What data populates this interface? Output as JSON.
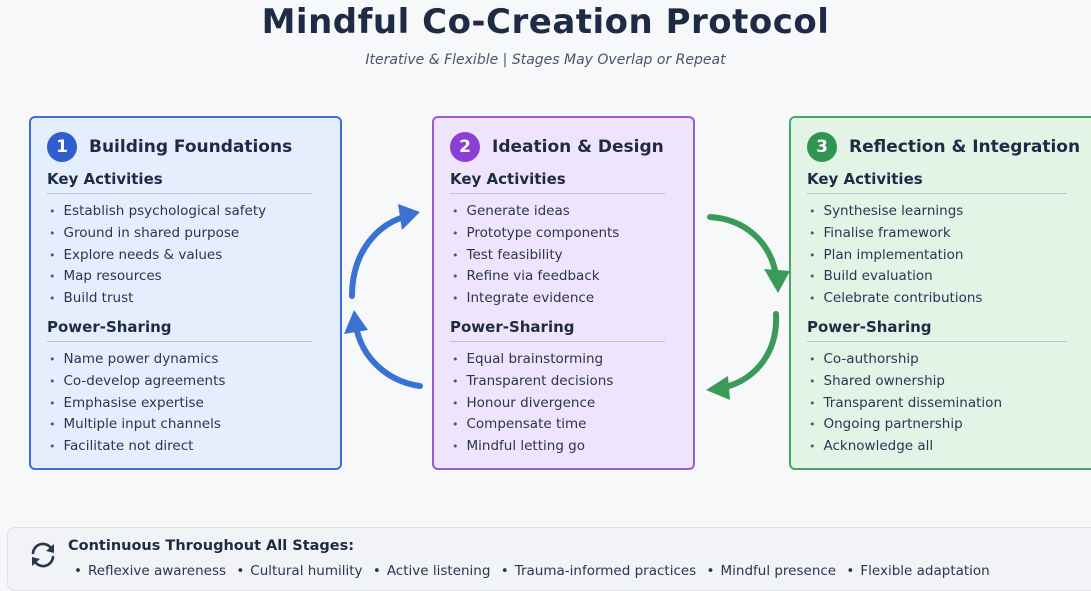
{
  "header": {
    "title": "Mindful Co-Creation Protocol",
    "subtitle": "Iterative & Flexible | Stages May Overlap or Repeat"
  },
  "stages": [
    {
      "number": "1",
      "title": "Building Foundations",
      "activities_heading": "Key Activities",
      "activities": [
        "Establish psychological safety",
        "Ground in shared purpose",
        "Explore needs & values",
        "Map resources",
        "Build trust"
      ],
      "power_heading": "Power-Sharing",
      "power": [
        "Name power dynamics",
        "Co-develop agreements",
        "Emphasise expertise",
        "Multiple input channels",
        "Facilitate not direct"
      ]
    },
    {
      "number": "2",
      "title": "Ideation & Design",
      "activities_heading": "Key Activities",
      "activities": [
        "Generate ideas",
        "Prototype components",
        "Test feasibility",
        "Refine via feedback",
        "Integrate evidence"
      ],
      "power_heading": "Power-Sharing",
      "power": [
        "Equal brainstorming",
        "Transparent decisions",
        "Honour divergence",
        "Compensate time",
        "Mindful letting go"
      ]
    },
    {
      "number": "3",
      "title": "Reflection & Integration",
      "activities_heading": "Key Activities",
      "activities": [
        "Synthesise learnings",
        "Finalise framework",
        "Plan implementation",
        "Build evaluation",
        "Celebrate contributions"
      ],
      "power_heading": "Power-Sharing",
      "power": [
        "Co-authorship",
        "Shared ownership",
        "Transparent dissemination",
        "Ongoing partnership",
        "Acknowledge all"
      ]
    }
  ],
  "footer": {
    "icon": "sync-icon",
    "title": "Continuous Throughout All Stages:",
    "items": [
      "Reflexive awareness",
      "Cultural humility",
      "Active listening",
      "Trauma-informed practices",
      "Mindful presence",
      "Flexible adaptation"
    ]
  },
  "colors": {
    "stage1": "#2f5fcc",
    "stage2": "#8c3fd4",
    "stage3": "#2e9650"
  }
}
